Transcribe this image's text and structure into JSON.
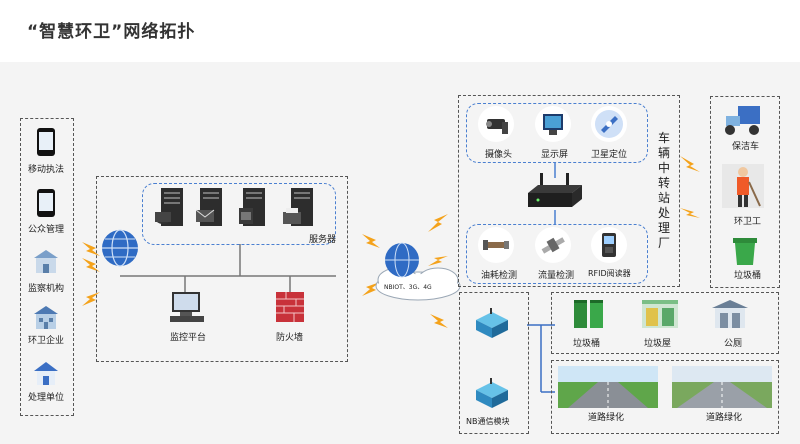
{
  "header": {
    "title": "“智慧环卫”网络拓扑"
  },
  "left_column": {
    "items": [
      {
        "label": "移动执法",
        "icon": "smartphone-icon"
      },
      {
        "label": "公众管理",
        "icon": "smartphone-icon"
      },
      {
        "label": "监察机构",
        "icon": "building-icon"
      },
      {
        "label": "环卫企业",
        "icon": "building-icon"
      },
      {
        "label": "处理单位",
        "icon": "house-icon"
      }
    ]
  },
  "center_group": {
    "servers_label": "服务器",
    "monitor_label": "监控平台",
    "firewall_label": "防火墙"
  },
  "cloud": {
    "label": "NBIOT、3G、4G"
  },
  "vehicle_group": {
    "title": "车辆中转站处理厂",
    "devices_top": [
      "摄像头",
      "显示屏",
      "卫星定位"
    ],
    "devices_bottom": [
      "油耗检测",
      "流量检测",
      "RFID阅读器"
    ]
  },
  "right_column": {
    "items": [
      "保洁车",
      "环卫工",
      "垃圾桶"
    ]
  },
  "comm_module": {
    "label": "NB通信模块"
  },
  "facilities": {
    "items": [
      "垃圾桶",
      "垃圾屋",
      "公厕"
    ]
  },
  "roads": {
    "items": [
      "道路绿化",
      "道路绿化"
    ]
  },
  "colors": {
    "accent": "#3b6fc4",
    "lightning": "#f4a21a",
    "firewall": "#c8323a"
  }
}
